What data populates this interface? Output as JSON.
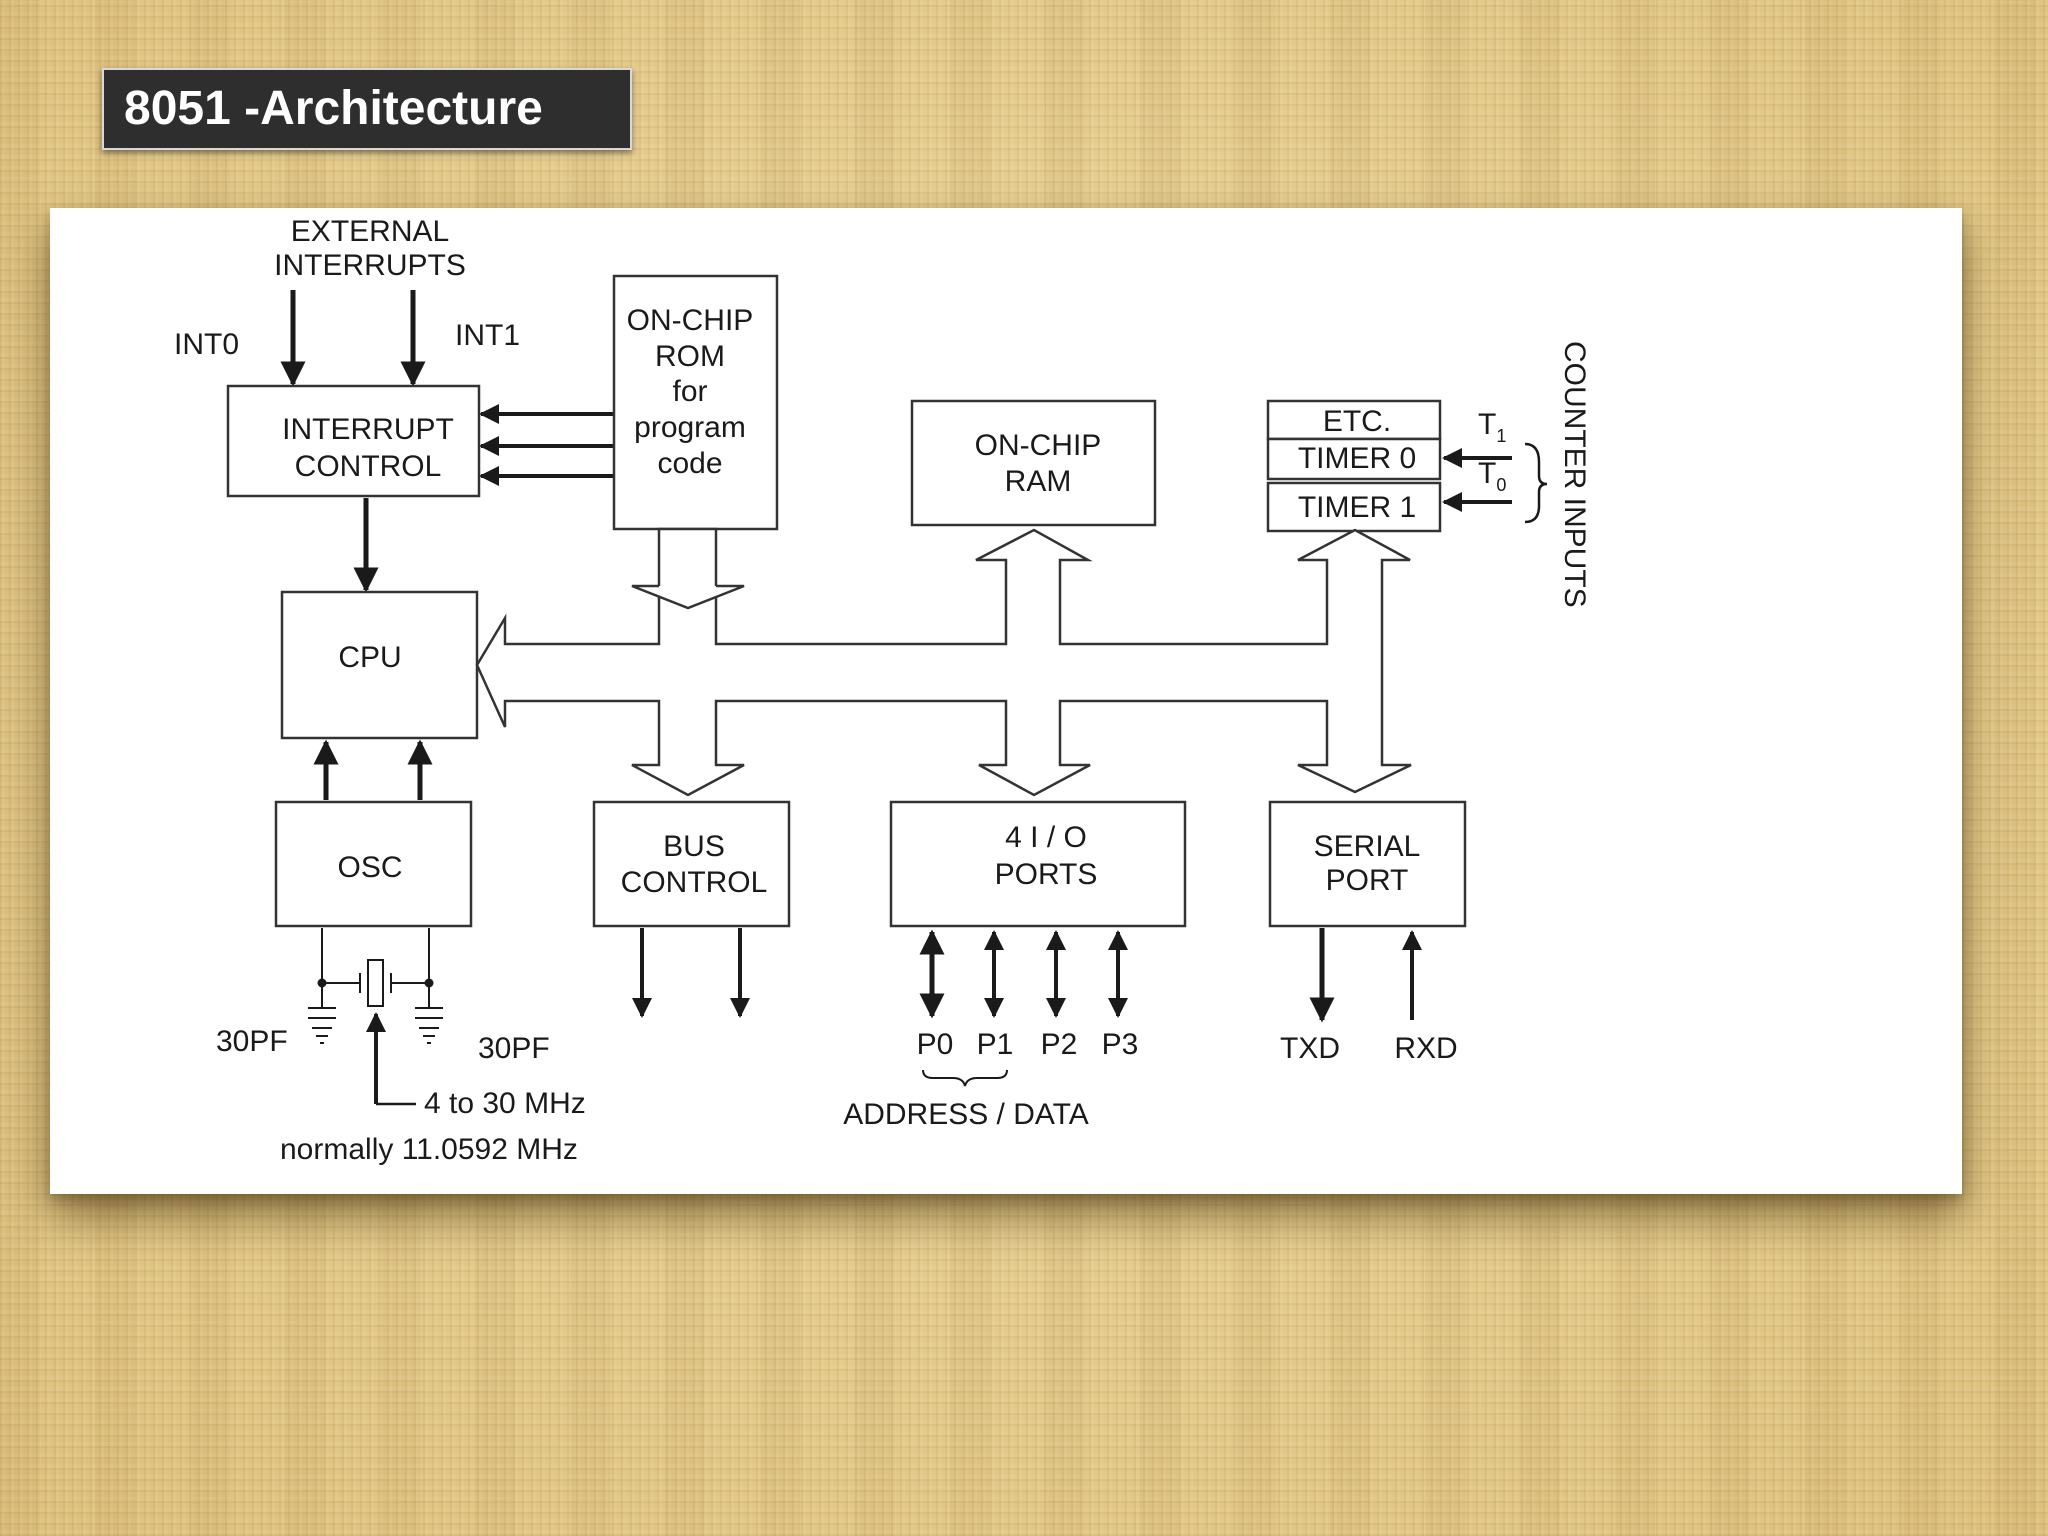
{
  "slide": {
    "title": "8051 -Architecture"
  },
  "diagram": {
    "external_interrupts": [
      "EXTERNAL",
      "INTERRUPTS"
    ],
    "int0": "INT0",
    "int1": "INT1",
    "interrupt_control": [
      "INTERRUPT",
      "CONTROL"
    ],
    "rom": [
      "ON-CHIP",
      "ROM",
      "for",
      "program",
      "code"
    ],
    "ram": [
      "ON-CHIP",
      "RAM"
    ],
    "timer_etc": "ETC.",
    "timer0": "TIMER 0",
    "timer1": "TIMER 1",
    "t1": "T",
    "t1_sub": "1",
    "t0": "T",
    "t0_sub": "0",
    "counter_inputs": "COUNTER INPUTS",
    "cpu": "CPU",
    "osc": "OSC",
    "bus_control": [
      "BUS",
      "CONTROL"
    ],
    "io_ports": [
      "4 I / O",
      "PORTS"
    ],
    "serial_port": [
      "SERIAL",
      "PORT"
    ],
    "p0": "P0",
    "p1": "P1",
    "p2": "P2",
    "p3": "P3",
    "address_data": "ADDRESS / DATA",
    "txd": "TXD",
    "rxd": "RXD",
    "cap_left": "30PF",
    "cap_right": "30PF",
    "freq_range": "4 to 30 MHz",
    "freq_normal": "normally 11.0592 MHz"
  }
}
